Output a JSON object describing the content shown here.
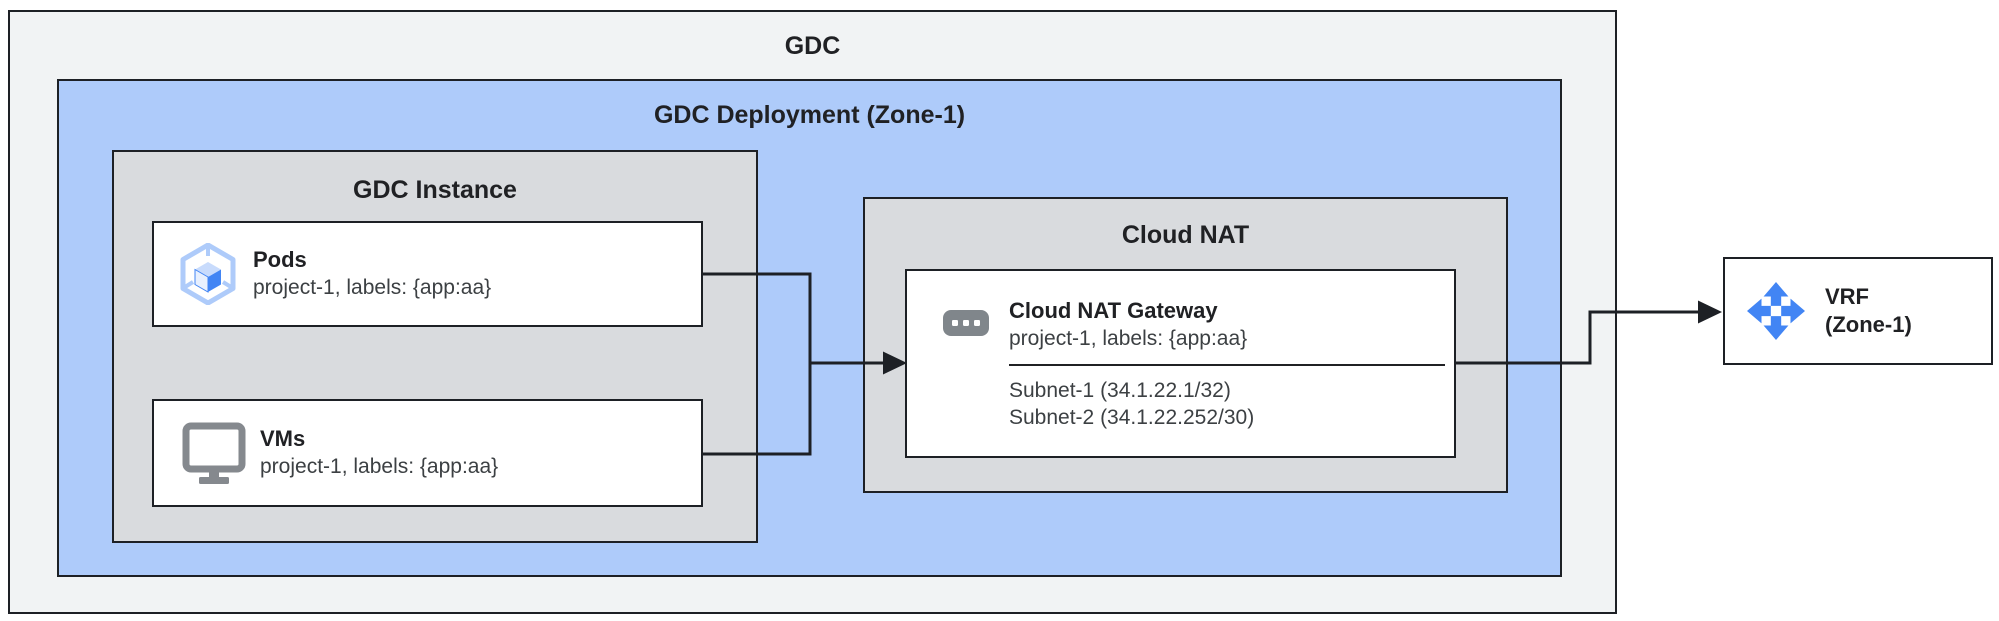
{
  "containers": {
    "gdc": {
      "title": "GDC"
    },
    "deployment": {
      "title": "GDC Deployment (Zone-1)"
    },
    "instance": {
      "title": "GDC Instance"
    },
    "cloud_nat": {
      "title": "Cloud NAT"
    }
  },
  "nodes": {
    "pods": {
      "title": "Pods",
      "subtitle": "project-1, labels: {app:aa}",
      "icon": "gke-pods-icon"
    },
    "vms": {
      "title": "VMs",
      "subtitle": "project-1, labels: {app:aa}",
      "icon": "vm-monitor-icon"
    },
    "nat_gateway": {
      "title": "Cloud NAT Gateway",
      "subtitle": "project-1, labels: {app:aa}",
      "icon": "nat-gateway-icon",
      "subnets": [
        "Subnet-1 (34.1.22.1/32)",
        "Subnet-2 (34.1.22.252/30)"
      ]
    },
    "vrf": {
      "title": "VRF",
      "subtitle": "(Zone-1)",
      "icon": "vrf-arrows-icon"
    }
  },
  "connections": [
    {
      "from": "pods",
      "to": "nat_gateway"
    },
    {
      "from": "vms",
      "to": "nat_gateway"
    },
    {
      "from": "nat_gateway",
      "to": "vrf"
    }
  ],
  "colors": {
    "outer_fill": "#f1f3f4",
    "deployment_fill": "#aecbfa",
    "panel_fill": "#d9dbde",
    "node_fill": "#ffffff",
    "line": "#1d2025",
    "icon_blue": "#4285f4",
    "icon_light_blue": "#aecbfa",
    "icon_gray": "#80868b"
  }
}
